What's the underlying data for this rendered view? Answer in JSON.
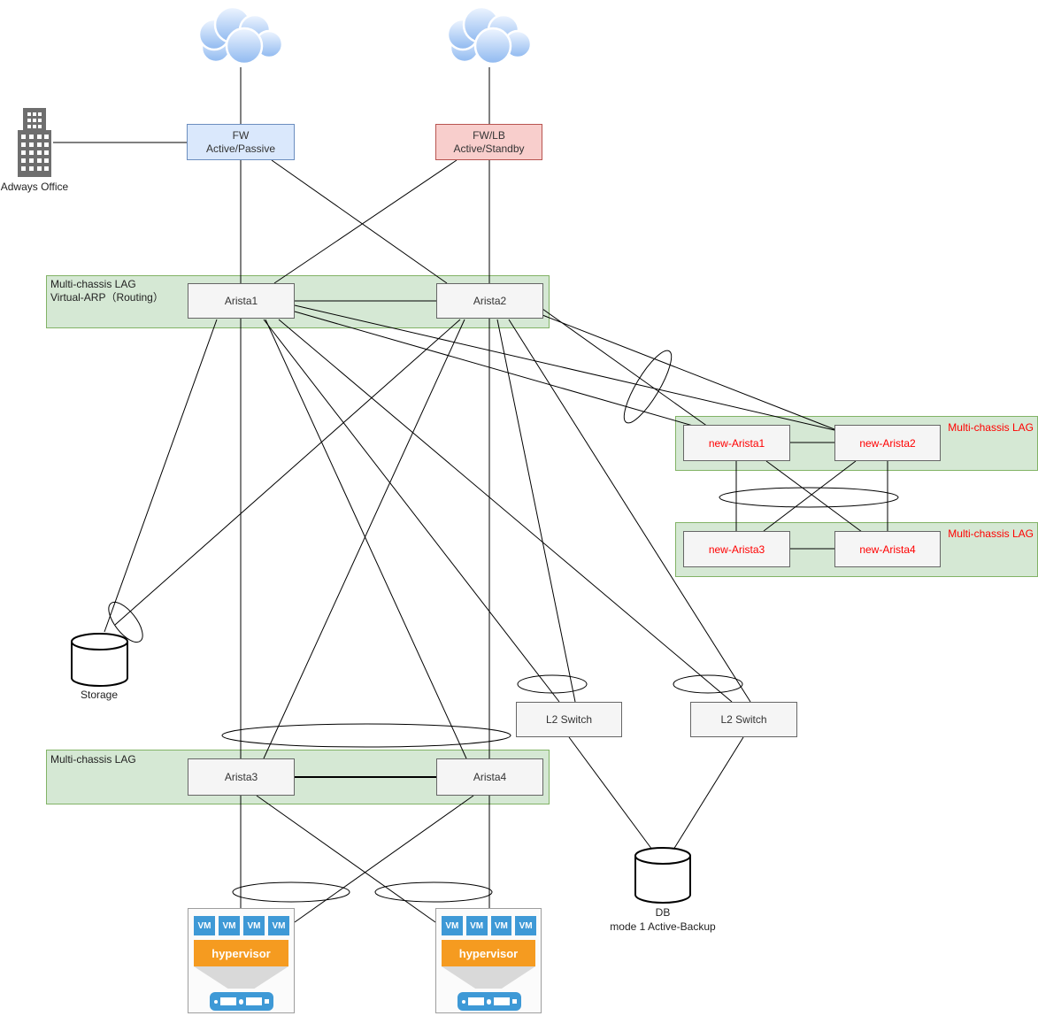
{
  "colors": {
    "fw_fill": "#dae8fc",
    "fw_border": "#6c8ebf",
    "fwlb_fill": "#f8cecc",
    "fwlb_border": "#b85450",
    "band_fill": "#d5e8d4",
    "band_border": "#82b366",
    "node_fill": "#f5f5f5",
    "node_border": "#666666",
    "red_text": "#ff0000",
    "vm_blue": "#3e99d6",
    "hypervisor_orange": "#f59b20",
    "line": "#000000"
  },
  "icons": {
    "cloud_left": "cloud-icon",
    "cloud_right": "cloud-icon",
    "office": "office-building-icon",
    "storage": "cylinder-icon",
    "db": "cylinder-icon",
    "vm": "vm-icon",
    "server": "server-icon",
    "lag_bundle": "lag-ellipse-icon"
  },
  "nodes": {
    "fw": {
      "title": "FW",
      "subtitle": "Active/Passive"
    },
    "fwlb": {
      "title": "FW/LB",
      "subtitle": "Active/Standby"
    },
    "office_label": "Adways Office",
    "arista1": "Arista1",
    "arista2": "Arista2",
    "arista3": "Arista3",
    "arista4": "Arista4",
    "new_arista1": "new-Arista1",
    "new_arista2": "new-Arista2",
    "new_arista3": "new-Arista3",
    "new_arista4": "new-Arista4",
    "l2_left": "L2 Switch",
    "l2_right": "L2 Switch",
    "storage_label": "Storage",
    "db_title": "DB",
    "db_subtitle": "mode 1 Active-Backup"
  },
  "bands": {
    "core": {
      "line1": "Multi-chassis LAG",
      "line2": "Virtual-ARP（Routing）"
    },
    "bottom": {
      "line1": "Multi-chassis LAG"
    },
    "new_top": {
      "label": "Multi-chassis LAG"
    },
    "new_bottom": {
      "label": "Multi-chassis LAG"
    }
  },
  "hypervisor": {
    "label": "hypervisor",
    "vm_label": "VM"
  }
}
